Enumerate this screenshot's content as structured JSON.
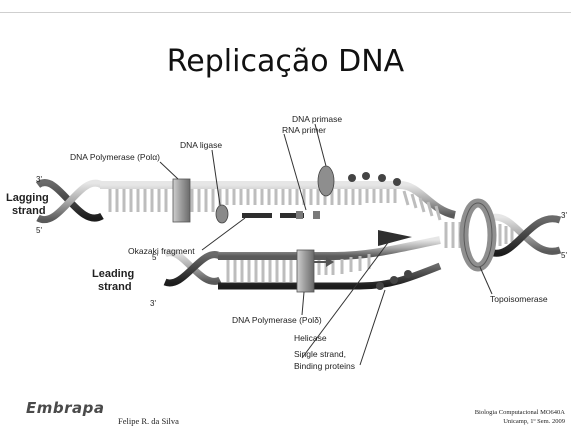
{
  "slide": {
    "title": "Replicação DNA",
    "footer_logo": "Embrapa",
    "footer_author": "Felipe R. da Silva",
    "footer_course_line1": "Biologia Computacional MO640A",
    "footer_course_line2": "Unicamp, 1º Sem. 2009"
  },
  "diagram": {
    "labels": {
      "dna_primase": "DNA primase",
      "rna_primer": "RNA primer",
      "dna_ligase": "DNA ligase",
      "dna_pol_alpha": "DNA Polymerase (Polα)",
      "lagging_strand_1": "Lagging",
      "lagging_strand_2": "strand",
      "leading_strand_1": "Leading",
      "leading_strand_2": "strand",
      "okazaki_fragment": "Okazaki fragment",
      "dna_pol_delta": "DNA Polymerase (Polδ)",
      "helicase": "Helicase",
      "single_strand_1": "Single strand,",
      "single_strand_2": "Binding proteins",
      "topoisomerase": "Topoisomerase",
      "end_3_top_left": "3'",
      "end_5_top_left": "5'",
      "end_5_bottom_left": "5'",
      "end_3_bottom_left": "3'",
      "end_3_right": "3'",
      "end_5_right": "5'"
    },
    "colors": {
      "backbone_light": "#c8c8c8",
      "backbone_dark": "#3a3a3a",
      "enzyme_gray": "#9a9a9a",
      "protein_dark": "#444444"
    }
  }
}
